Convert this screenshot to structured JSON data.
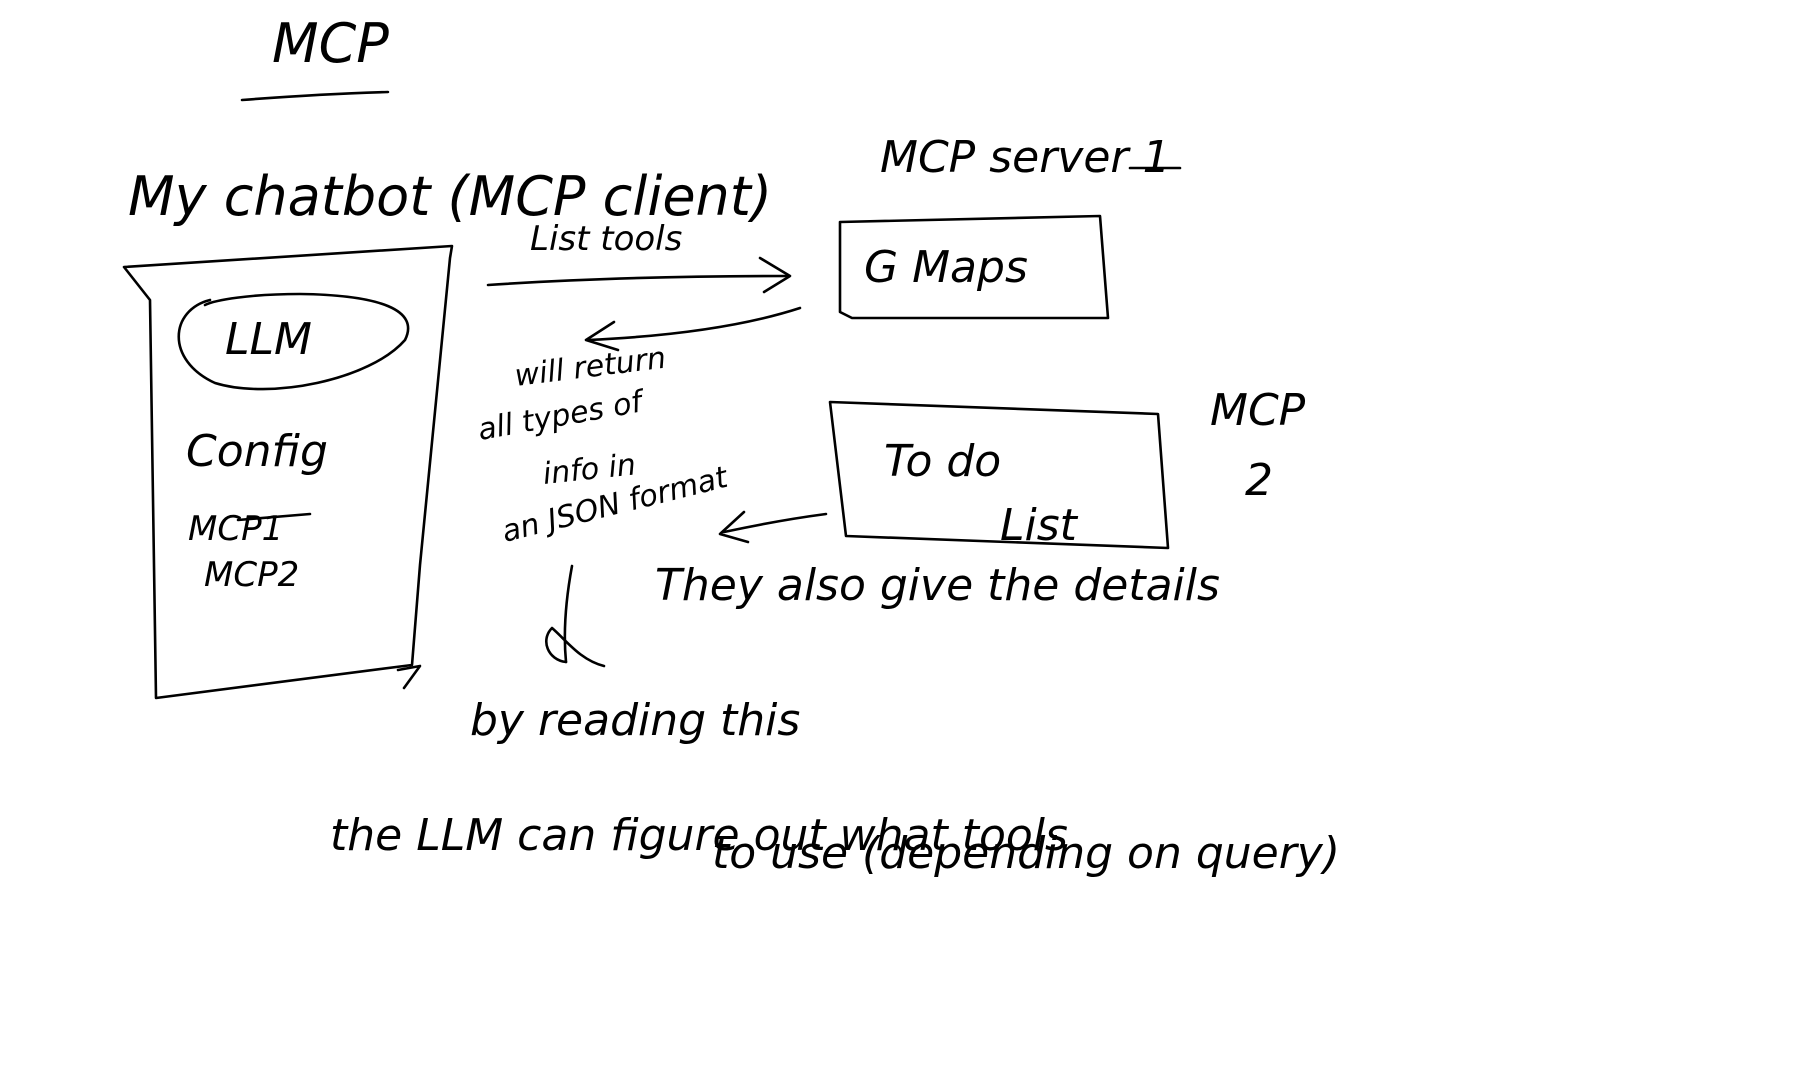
{
  "title": "MCP",
  "client_label": "My chatbot (MCP client)",
  "client_box": {
    "llm_label": "LLM",
    "config_label": "Config",
    "config_items": [
      "MCP1",
      "MCP2"
    ]
  },
  "list_tools_label": "List tools",
  "server1": {
    "label": "MCP server 1",
    "box_label": "G Maps"
  },
  "server2": {
    "label_line1": "MCP",
    "label_line2": "2",
    "box_line1": "To do",
    "box_line2": "List"
  },
  "return_note": [
    "will return",
    "all types of",
    "info in",
    "an JSON format"
  ],
  "details_note": "They also give the details",
  "bottom_note": {
    "line1": "by reading this",
    "line2": "the LLM can figure out what tools",
    "line3": "to use (depending on query)"
  },
  "colors": {
    "ink": "#000000",
    "background": "#ffffff"
  }
}
